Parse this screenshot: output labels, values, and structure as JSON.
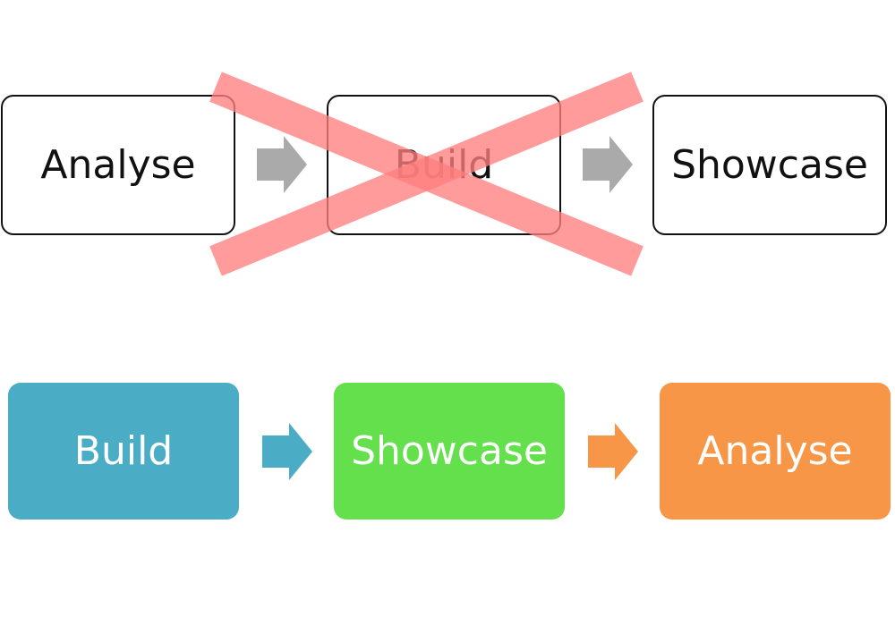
{
  "old_flow": {
    "steps": [
      "Analyse",
      "Build",
      "Showcase"
    ],
    "arrow_color": "#aaaaaa",
    "border_color": "#111111",
    "crossed_out": true,
    "cross_color": "#ff7f7f"
  },
  "new_flow": {
    "steps": [
      {
        "label": "Build",
        "color": "#4bacc6"
      },
      {
        "label": "Showcase",
        "color": "#63e04b"
      },
      {
        "label": "Analyse",
        "color": "#f79646"
      }
    ]
  }
}
